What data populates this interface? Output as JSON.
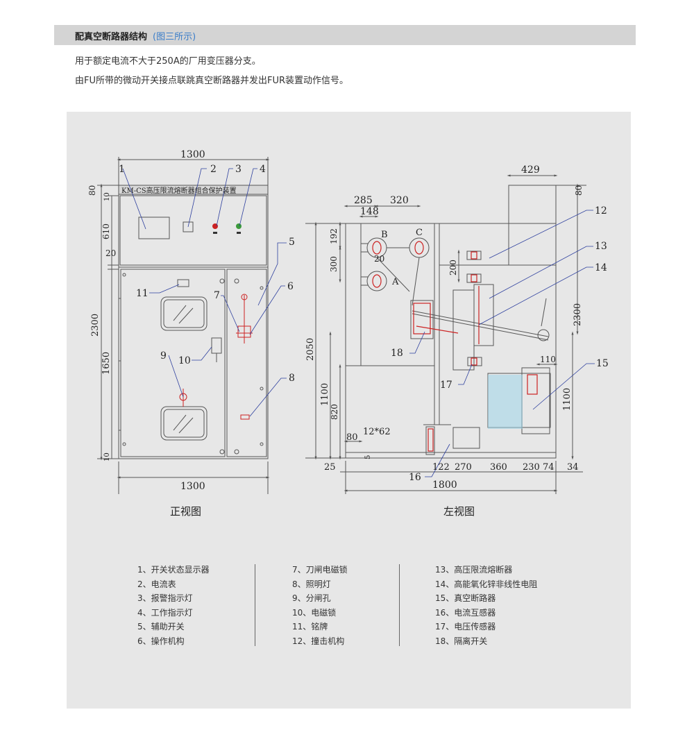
{
  "header": {
    "title": "配真空断路器结构",
    "note": "(图三所示)"
  },
  "description": [
    "用于额定电流不大于250A的厂用变压器分支。",
    "由FU所带的微动开关接点联跳真空断路器并发出FUR装置动作信号。"
  ],
  "front_view": {
    "caption": "正视图",
    "nameplate": "KM-CS高压限流熔断器组合保护装置",
    "dims": {
      "width_top": "1300",
      "width_bottom": "1300",
      "h80": "80",
      "h10_top": "10",
      "h610": "610",
      "h20": "20",
      "h2300": "2300",
      "h1650": "1650",
      "h10_bottom": "10"
    },
    "callouts": [
      "1",
      "2",
      "3",
      "4",
      "5",
      "6",
      "7",
      "8",
      "9",
      "10",
      "11"
    ]
  },
  "side_view": {
    "caption": "左视图",
    "dims": {
      "d429": "429",
      "d285": "285",
      "d320": "320",
      "d148": "148",
      "d192": "192",
      "d300": "300",
      "d20": "20",
      "d200": "200",
      "d80_right": "80",
      "d2300": "2300",
      "d2050": "2050",
      "d1100_left": "1100",
      "d820": "820",
      "d80_bottom": "80",
      "d12x62": "12*62",
      "d5": "5",
      "d25": "25",
      "d122": "122",
      "d270": "270",
      "d360": "360",
      "d230": "230",
      "d74": "74",
      "d34": "34",
      "d1800": "1800",
      "d110": "110",
      "d1100_right": "1100"
    },
    "phase_labels": [
      "A",
      "B",
      "C"
    ],
    "callouts": [
      "12",
      "13",
      "14",
      "15",
      "16",
      "17",
      "18"
    ]
  },
  "legend": {
    "col1": [
      "1、开关状态显示器",
      "2、电流表",
      "3、报警指示灯",
      "4、工作指示灯",
      "5、辅助开关",
      "6、操作机构"
    ],
    "col2": [
      "7、刀闸电磁锁",
      "8、照明灯",
      "9、分闸孔",
      "10、电磁锁",
      "11、铭牌",
      "12、撞击机构"
    ],
    "col3": [
      "13、高压限流熔断器",
      "14、高能氧化锌非线性电阻",
      "15、真空断路器",
      "16、电流互感器",
      "17、电压传感器",
      "18、隔离开关"
    ]
  },
  "colors": {
    "section_bar": "#d4d4d4",
    "accent_note": "#3a7dc9",
    "panel_bg": "#e7e7e7",
    "drawing_line": "#555555",
    "callout_line": "#2d3f9e",
    "red_part": "#cc2222",
    "green_lamp": "#3a9a3a",
    "cyan_fill": "#9fd6ea"
  }
}
